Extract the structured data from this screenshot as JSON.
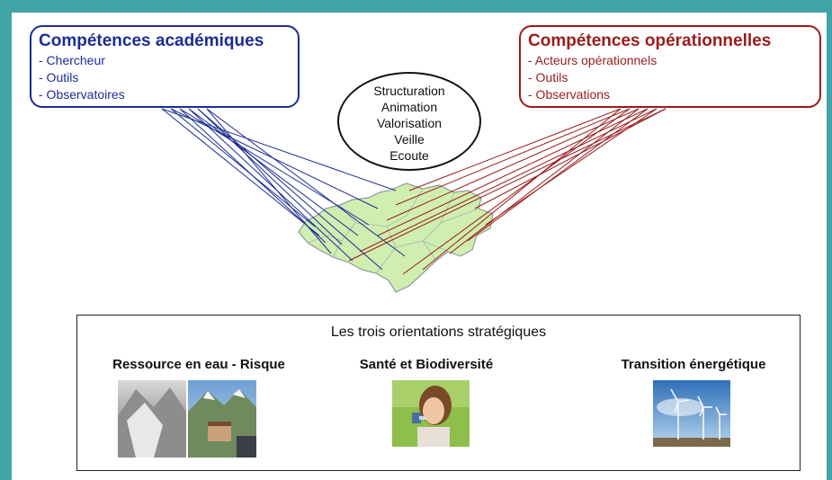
{
  "academic": {
    "title": "Compétences académiques",
    "items": [
      "- Chercheur",
      "- Outils",
      "- Observatoires"
    ],
    "color": "#1c2d95"
  },
  "operational": {
    "title": "Compétences opérationnelles",
    "items": [
      "- Acteurs opérationnels",
      "- Outils",
      "- Observations"
    ],
    "color": "#9a1b1b"
  },
  "center": {
    "words": [
      "Structuration",
      "Animation",
      "Valorisation",
      "Veille",
      "Ecoute"
    ]
  },
  "orientations": {
    "title": "Les trois orientations stratégiques",
    "items": [
      {
        "label": "Ressource en eau - Risque",
        "image": "mountain-glacier-photo"
      },
      {
        "label": "Santé et Biodiversité",
        "image": "child-inhaler-photo"
      },
      {
        "label": "Transition énergétique",
        "image": "wind-turbines-photo"
      }
    ]
  },
  "colors": {
    "frame": "#3fa3a8",
    "map_fill": "#cfeeb0",
    "map_border": "#9aa6a0"
  }
}
